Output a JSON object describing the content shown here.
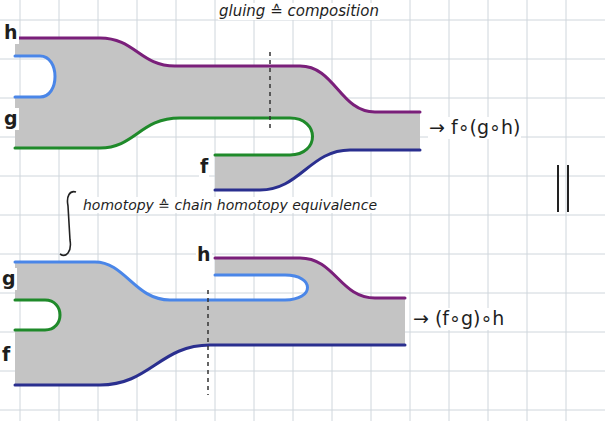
{
  "diagram": {
    "labels": [
      "gluing ≙ composition",
      "h",
      "g",
      "f",
      "→ f∘(g∘h)",
      "homotopy ≙ chain homotopy equivalence",
      "h",
      "g",
      "f",
      "→ (f∘g)∘h"
    ]
  }
}
